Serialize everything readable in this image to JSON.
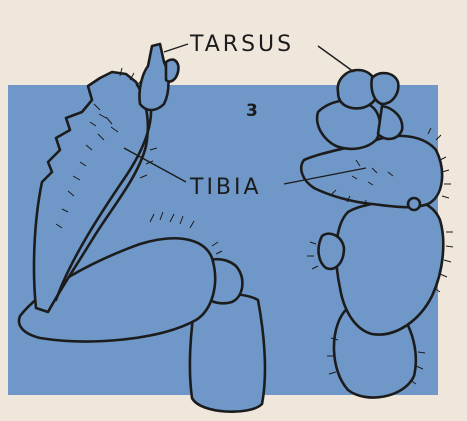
{
  "plate": {
    "number": "3",
    "background_color": "#efe7dc",
    "panel_color": "#6f98c9",
    "line_color": "#1c1c1c"
  },
  "labels": {
    "tarsus": "TARSUS",
    "tibia": "TIBIA"
  }
}
